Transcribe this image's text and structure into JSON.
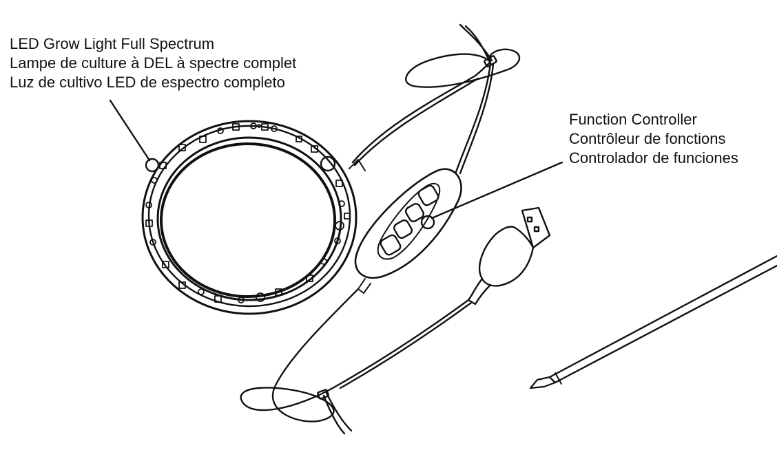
{
  "labels": {
    "grow_light": {
      "en": "LED Grow Light Full Spectrum",
      "fr": "Lampe de culture à DEL à spectre complet",
      "es": "Luz de cultivo LED de espectro completo"
    },
    "function_controller": {
      "en": "Function Controller",
      "fr": "Contrôleur de fonctions",
      "es": "Controlador de funciones"
    }
  },
  "colors": {
    "line": "#111111",
    "background": "#ffffff"
  },
  "components": [
    "led-ring-icon",
    "usb-plug-icon",
    "controller-icon",
    "stake-icon",
    "cable-icon",
    "cable-tie-icon"
  ]
}
